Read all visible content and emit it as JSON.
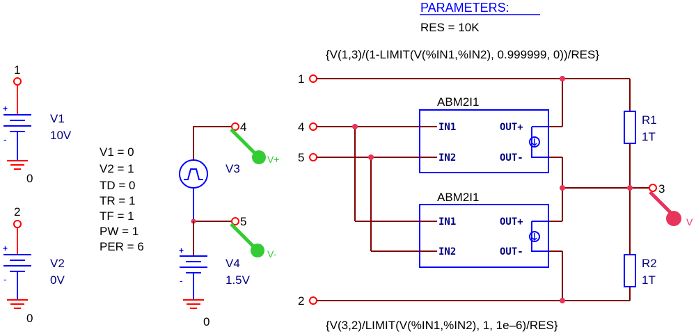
{
  "params": {
    "title": "PARAMETERS:",
    "res": "RES = 10K"
  },
  "expr_top": "{V(1,3)/(1-LIMIT(V(%IN1,%IN2), 0.999999, 0))/RES}",
  "expr_bottom": "{V(3,2)/LIMIT(V(%IN1,%IN2), 1, 1e–6)/RES}",
  "sources": {
    "v1": {
      "node": "1",
      "name": "V1",
      "value": "10V",
      "gnd": "0"
    },
    "v2": {
      "node": "2",
      "name": "V2",
      "value": "0V",
      "gnd": "0"
    },
    "v3": {
      "name": "V3",
      "node": "4"
    },
    "v4": {
      "name": "V4",
      "value": "1.5V",
      "node": "5",
      "gnd": "0"
    }
  },
  "pulse_params": [
    "V1 = 0",
    "V2 = 1",
    "TD = 0",
    "TR = 1",
    "TF = 1",
    "PW = 1",
    "PER = 6"
  ],
  "probes": {
    "vplus": "V+",
    "vminus": "V-",
    "v": "V"
  },
  "abm_top": {
    "name": "ABM2I1",
    "in1": "IN1",
    "in2": "IN2",
    "outp": "OUT+",
    "outm": "OUT-"
  },
  "abm_bottom": {
    "name": "ABM2I1",
    "in1": "IN1",
    "in2": "IN2",
    "outp": "OUT+",
    "outm": "OUT-"
  },
  "nodes": {
    "n1": "1",
    "n4": "4",
    "n5": "5",
    "n2": "2",
    "n3": "3"
  },
  "resistors": {
    "r1": {
      "name": "R1",
      "value": "1T"
    },
    "r2": {
      "name": "R2",
      "value": "1T"
    }
  },
  "colors": {
    "wire": "#800000",
    "symbol": "#0000ff",
    "node": "#ff0000",
    "probe": "#33cc33",
    "probe_v": "#e8335a",
    "text": "#000080"
  }
}
